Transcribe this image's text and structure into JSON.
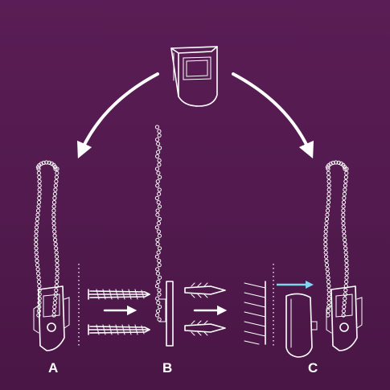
{
  "labels": {
    "a": "A",
    "b": "B",
    "c": "C"
  },
  "colors": {
    "background": "#551b51",
    "line": "#ffffff",
    "accent_arrow": "#7fd6f0"
  },
  "icons": {
    "top_part": "cleat-housing-icon",
    "connector": "chain-connector-icon",
    "screw": "screw-icon",
    "anchor": "wall-plug-icon",
    "wall": "wall-hatch-icon",
    "cover": "cover-icon"
  }
}
